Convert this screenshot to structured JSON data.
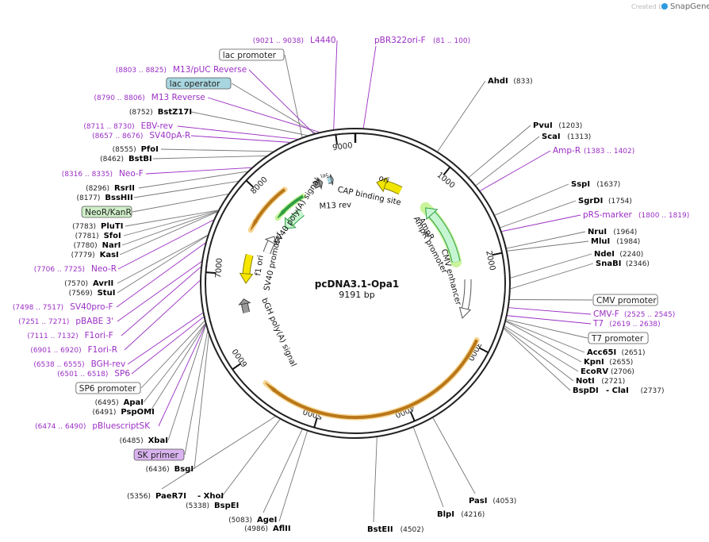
{
  "branding": {
    "created_by": "Created by",
    "app_name": "SnapGene"
  },
  "plasmid": {
    "name": "pcDNA3.1-Opa1",
    "length": "9191 bp"
  },
  "ring_ticks": [
    "1000",
    "2000",
    "3000",
    "4000",
    "5000",
    "6000",
    "7000",
    "8000",
    "9000"
  ],
  "features": {
    "ori": "ori",
    "cap_binding_site": "CAP binding site",
    "m13_rev": "M13 rev",
    "ampr": "AmpR",
    "ampr_promoter": "AmpR promoter",
    "cmv_enhancer": "CMV enhancer",
    "sv40_polya": "SV40 poly(A) signal",
    "sv40_promoter": "SV40 promoter",
    "f1_ori": "f1 ori",
    "bgh_polya": "bGH poly(A) signal",
    "lac_symbol": "lac"
  },
  "left_labels": [
    {
      "kind": "primer",
      "range": "(9021 .. 9038)",
      "name": "L4440"
    },
    {
      "kind": "box",
      "name": "lac promoter"
    },
    {
      "kind": "primer",
      "range": "(8803 .. 8825)",
      "name": "M13/pUC Reverse"
    },
    {
      "kind": "boxblue",
      "name": "lac operator"
    },
    {
      "kind": "primer",
      "range": "(8790 .. 8806)",
      "name": "M13 Reverse"
    },
    {
      "kind": "site",
      "pos": "(8752)",
      "name": "BstZ17I"
    },
    {
      "kind": "primer",
      "range": "(8711 .. 8730)",
      "name": "EBV-rev"
    },
    {
      "kind": "primer",
      "range": "(8657 .. 8676)",
      "name": "SV40pA-R"
    },
    {
      "kind": "site",
      "pos": "(8555)",
      "name": "PfoI"
    },
    {
      "kind": "site",
      "pos": "(8462)",
      "name": "BstBI"
    },
    {
      "kind": "primer",
      "range": "(8316 .. 8335)",
      "name": "Neo-F"
    },
    {
      "kind": "site",
      "pos": "(8296)",
      "name": "RsrII"
    },
    {
      "kind": "site",
      "pos": "(8177)",
      "name": "BssHII"
    },
    {
      "kind": "boxgreen",
      "name": "NeoR/KanR"
    },
    {
      "kind": "site",
      "pos": "(7783)",
      "name": "PluTI"
    },
    {
      "kind": "site",
      "pos": "(7781)",
      "name": "SfoI"
    },
    {
      "kind": "site",
      "pos": "(7780)",
      "name": "NarI"
    },
    {
      "kind": "site",
      "pos": "(7779)",
      "name": "KasI"
    },
    {
      "kind": "primer",
      "range": "(7706 .. 7725)",
      "name": "Neo-R"
    },
    {
      "kind": "site",
      "pos": "(7570)",
      "name": "AvrII"
    },
    {
      "kind": "site",
      "pos": "(7569)",
      "name": "StuI"
    },
    {
      "kind": "primer",
      "range": "(7498 .. 7517)",
      "name": "SV40pro-F"
    },
    {
      "kind": "primer",
      "range": "(7251 .. 7271)",
      "name": "pBABE 3'"
    },
    {
      "kind": "primer",
      "range": "(7111 .. 7132)",
      "name": "F1ori-F"
    },
    {
      "kind": "primer",
      "range": "(6901 .. 6920)",
      "name": "F1ori-R"
    },
    {
      "kind": "primer",
      "range": "(6538 .. 6555)",
      "name": "BGH-rev"
    },
    {
      "kind": "primer",
      "range": "(6501 .. 6518)",
      "name": "SP6"
    },
    {
      "kind": "box",
      "name": "SP6 promoter"
    },
    {
      "kind": "site",
      "pos": "(6495)",
      "name": "ApaI"
    },
    {
      "kind": "site",
      "pos": "(6491)",
      "name": "PspOMI"
    },
    {
      "kind": "primer",
      "range": "(6474 .. 6490)",
      "name": "pBluescriptSK"
    },
    {
      "kind": "site",
      "pos": "(6485)",
      "name": "XbaI"
    },
    {
      "kind": "boxpurple",
      "name": "SK primer"
    },
    {
      "kind": "site",
      "pos": "(6436)",
      "name": "BsgI"
    }
  ],
  "right_labels": [
    {
      "kind": "site",
      "name": "AhdI",
      "pos": "(833)"
    },
    {
      "kind": "site",
      "name": "PvuI",
      "pos": "(1203)"
    },
    {
      "kind": "site",
      "name": "ScaI",
      "pos": "(1313)"
    },
    {
      "kind": "primer",
      "name": "Amp-R",
      "range": "(1383 .. 1402)"
    },
    {
      "kind": "site",
      "name": "SspI",
      "pos": "(1637)"
    },
    {
      "kind": "site",
      "name": "SgrDI",
      "pos": "(1754)"
    },
    {
      "kind": "primer",
      "name": "pRS-marker",
      "range": "(1800 .. 1819)"
    },
    {
      "kind": "site",
      "name": "NruI",
      "pos": "(1964)"
    },
    {
      "kind": "site",
      "name": "MluI",
      "pos": "(1984)"
    },
    {
      "kind": "site",
      "name": "NdeI",
      "pos": "(2240)"
    },
    {
      "kind": "site",
      "name": "SnaBI",
      "pos": "(2346)"
    },
    {
      "kind": "box",
      "name": "CMV promoter"
    },
    {
      "kind": "primer",
      "name": "CMV-F",
      "range": "(2525 .. 2545)"
    },
    {
      "kind": "primer",
      "name": "T7",
      "range": "(2619 .. 2638)"
    },
    {
      "kind": "box",
      "name": "T7 promoter"
    },
    {
      "kind": "site",
      "name": "Acc65I",
      "pos": "(2651)"
    },
    {
      "kind": "site",
      "name": "KpnI",
      "pos": "(2655)"
    },
    {
      "kind": "site",
      "name": "EcoRV",
      "pos": "(2706)"
    },
    {
      "kind": "site",
      "name": "NotI",
      "pos": "(2721)"
    },
    {
      "kind": "site",
      "name": "BspDI",
      "pos": ""
    },
    {
      "kind": "site",
      "name": "- ClaI",
      "pos": "(2737)"
    }
  ],
  "top_labels": [
    {
      "kind": "primer",
      "name": "pBR322ori-F",
      "range": "(81 .. 100)"
    }
  ],
  "bottom_labels": [
    {
      "kind": "site",
      "name": "PasI",
      "pos": "(4053)"
    },
    {
      "kind": "site",
      "name": "BlpI",
      "pos": "(4216)"
    },
    {
      "kind": "site",
      "name": "BstEII",
      "pos": "(4502)"
    },
    {
      "kind": "site",
      "name": "AflII",
      "pos": "(4986)"
    },
    {
      "kind": "site",
      "name": "AgeI",
      "pos": "(5083)"
    },
    {
      "kind": "site",
      "name": "BspEI",
      "pos": "(5338)"
    },
    {
      "kind": "site",
      "name": "PaeR7I",
      "pos": "(5356)"
    },
    {
      "kind": "site",
      "name": "- XhoI",
      "pos": ""
    }
  ],
  "colors": {
    "primer": "#9b2fc4",
    "site_line": "#777777",
    "ori": "#f2e600",
    "ampr": "#c6f5d1",
    "ampr_border": "#2f9e44",
    "orf_highlight": "#f3c76e",
    "orf_arrow": "#b9771a",
    "lac_operator_box": "#a8d6e0",
    "neor_box": "#cfeec8",
    "sk_primer_box": "#d9b3ef",
    "promoter_box": "#ffffff"
  }
}
